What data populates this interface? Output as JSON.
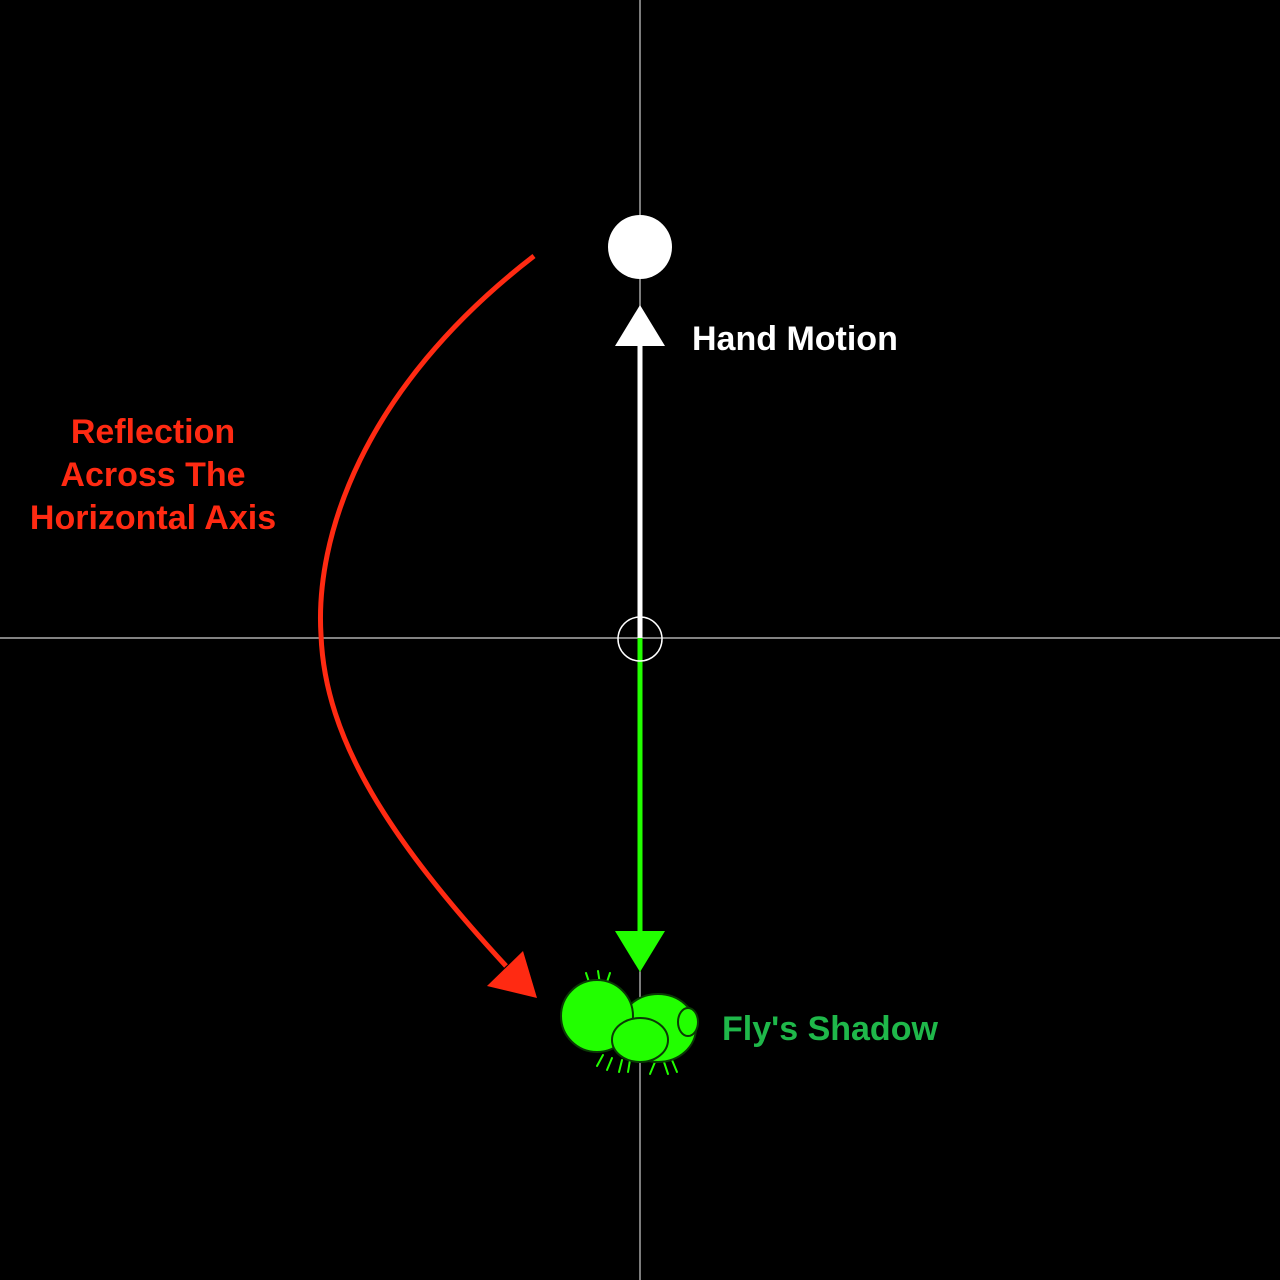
{
  "labels": {
    "hand_motion": "Hand Motion",
    "fly_shadow": "Fly's Shadow",
    "reflection_line1": "Reflection",
    "reflection_line2": "Across The",
    "reflection_line3": "Horizontal Axis"
  },
  "colors": {
    "background": "#000000",
    "axis": "#cfcfcf",
    "hand": "#ffffff",
    "shadow_arrow": "#22ff00",
    "shadow_text": "#1fb84a",
    "reflection": "#ff2a12"
  },
  "icons": {
    "fly": "fly-silhouette-icon",
    "hand": "hand-position-dot-icon",
    "origin": "origin-circle-icon"
  }
}
